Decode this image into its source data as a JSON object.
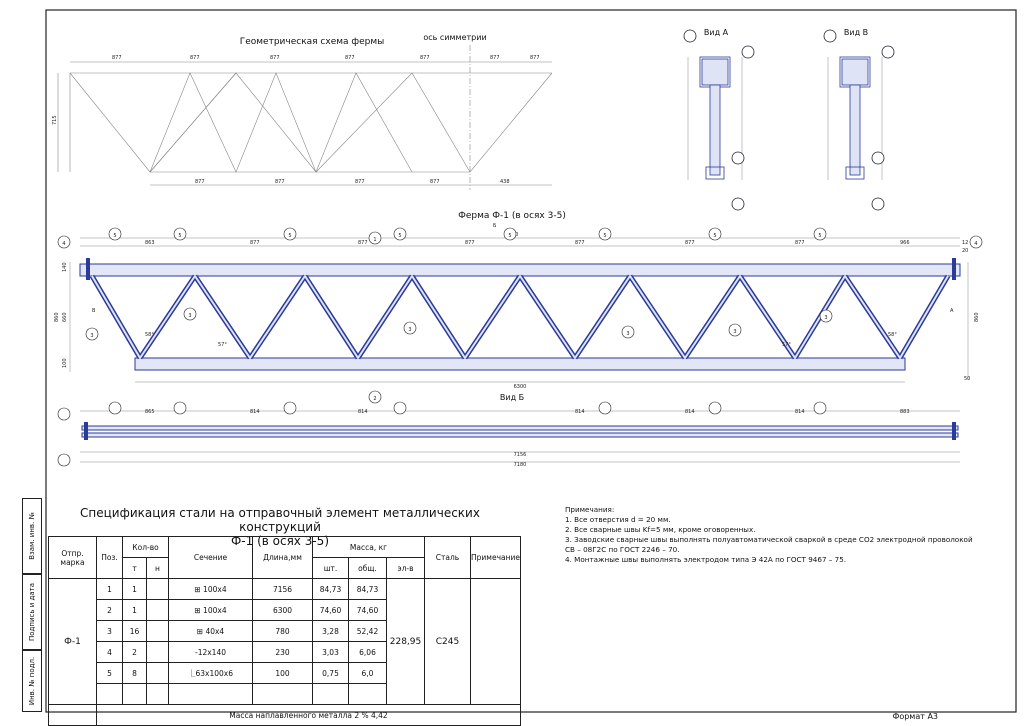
{
  "geom": {
    "title": "Геометрическая схема фермы",
    "axis_label": "ось симметрии",
    "dim_top": [
      "877",
      "877",
      "877",
      "877",
      "877",
      "877",
      "877"
    ],
    "dim_bottom": [
      "877",
      "877",
      "877",
      "877",
      "438"
    ],
    "height": "715"
  },
  "truss": {
    "title": "Ферма Ф-1 (в осях 3-5)",
    "view_b_mark": "Б",
    "side_mark_left": "В",
    "side_mark_right": "А",
    "dim_total": "7180",
    "dim_top": [
      "863",
      "877",
      "877",
      "877",
      "877",
      "877",
      "877",
      "966"
    ],
    "dim_bottom": "6300",
    "angles": [
      "58°",
      "57°",
      "57°",
      "58°"
    ],
    "callouts": [
      "5",
      "5",
      "5",
      "1",
      "5",
      "5",
      "5",
      "5",
      "5"
    ],
    "end_marks": [
      "4",
      "4"
    ],
    "bottom_callout": "2",
    "diag_callout": "3",
    "left_dims": [
      "140",
      "860",
      "660",
      "100"
    ],
    "right_dims": [
      "12",
      "20",
      "860",
      "50"
    ]
  },
  "view_a": {
    "title": "Вид А"
  },
  "view_v": {
    "title": "Вид В"
  },
  "view_b": {
    "title": "Вид Б",
    "dims": [
      "865",
      "814",
      "814",
      "814",
      "814",
      "814",
      "883"
    ],
    "total1": "7156",
    "total2": "7180"
  },
  "spec": {
    "title_line1": "Спецификация стали на отправочный элемент металлических конструкций",
    "title_line2": "Ф-1 (в осях 3-5)",
    "headers": {
      "mark": "Отпр. марка",
      "pos": "Поз.",
      "qty": "Кол-во",
      "qty_t": "т",
      "qty_n": "н",
      "section": "Сечение",
      "length": "Длина,мм",
      "mass": "Масса, кг",
      "mass_pc": "шт.",
      "mass_total": "общ.",
      "mass_el": "эл-в",
      "steel": "Сталь",
      "note": "Примечание"
    },
    "mark_value": "Ф-1",
    "rows": [
      {
        "pos": "1",
        "t": "1",
        "n": "",
        "section": "⊞ 100х4",
        "length": "7156",
        "pc": "84,73",
        "total": "84,73"
      },
      {
        "pos": "2",
        "t": "1",
        "n": "",
        "section": "⊞ 100х4",
        "length": "6300",
        "pc": "74,60",
        "total": "74,60"
      },
      {
        "pos": "3",
        "t": "16",
        "n": "",
        "section": "⊞ 40х4",
        "length": "780",
        "pc": "3,28",
        "total": "52,42"
      },
      {
        "pos": "4",
        "t": "2",
        "n": "",
        "section": "-12х140",
        "length": "230",
        "pc": "3,03",
        "total": "6,06"
      },
      {
        "pos": "5",
        "t": "8",
        "n": "",
        "section": "⎿63х100х6",
        "length": "100",
        "pc": "0,75",
        "total": "6,0"
      }
    ],
    "element_mass": "228,95",
    "steel": "С245",
    "weld_mass": "Масса наплавленного металла 2 % 4,42"
  },
  "side_stamps": [
    "Взам. инв. №",
    "Подпись и дата",
    "Инв. № подл."
  ],
  "notes": {
    "heading": "Примечания:",
    "items": [
      "1. Все отверстия d = 20 мм.",
      "2. Все сварные швы Kf=5 мм, кроме оговоренных.",
      "3. Заводские сварные швы выполнять полуавтоматической сваркой в среде СО2 электродной проволокой",
      "СВ – 08Г2С по ГОСТ 2246 – 70.",
      "4. Монтажные швы выполнять электродом типа Э 42А по ГОСТ 9467 – 75."
    ]
  },
  "format": "Формат А3"
}
